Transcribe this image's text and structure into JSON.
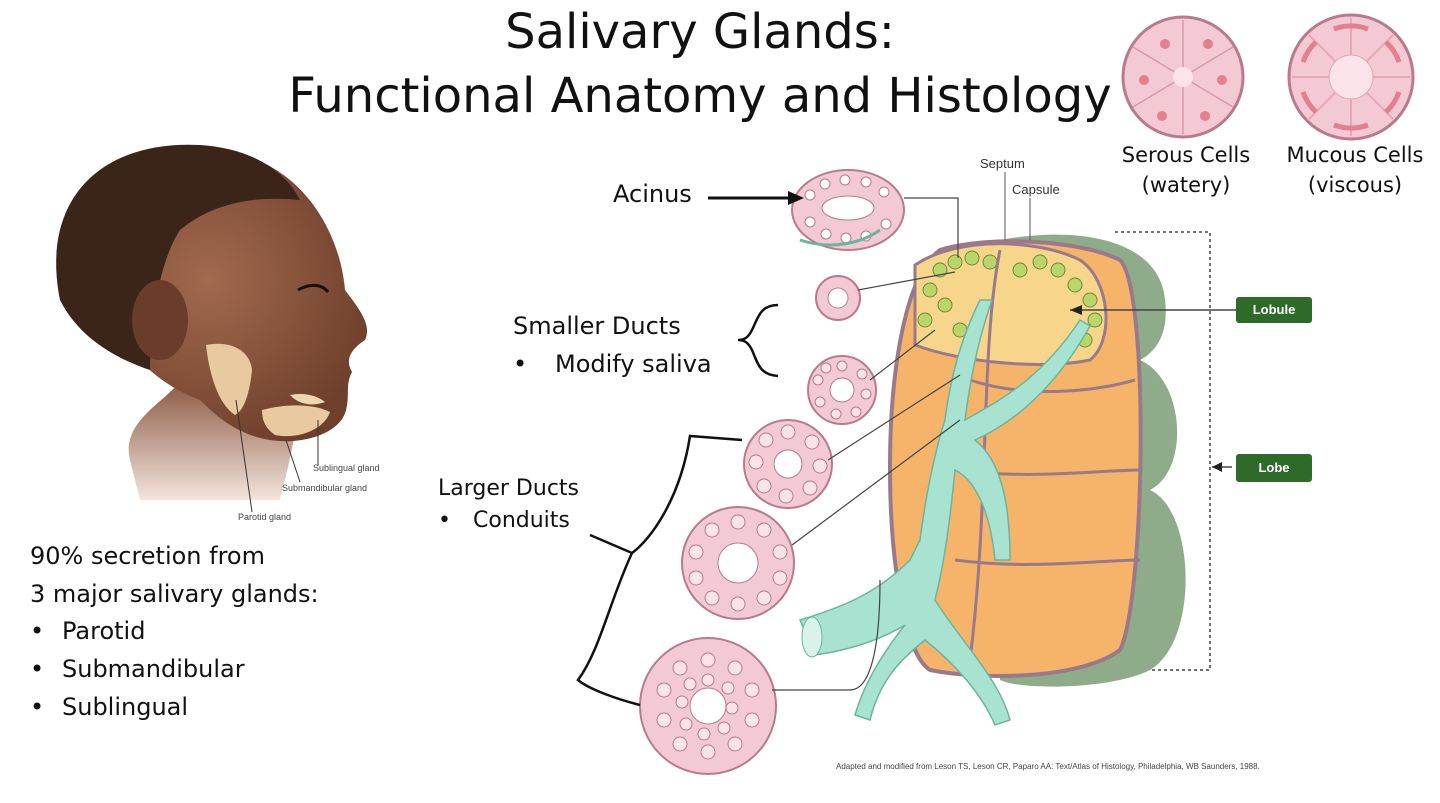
{
  "title": {
    "line1": "Salivary Glands:",
    "line2": "Functional Anatomy and Histology"
  },
  "cells": {
    "serous": {
      "name": "Serous Cells",
      "note": "(watery)"
    },
    "mucous": {
      "name": "Mucous Cells",
      "note": "(viscous)"
    }
  },
  "labels": {
    "acinus": "Acinus",
    "smaller_ducts": "Smaller Ducts",
    "smaller_ducts_bullet": "Modify saliva",
    "larger_ducts": "Larger Ducts",
    "larger_ducts_bullet": "Conduits",
    "septum": "Septum",
    "capsule": "Capsule",
    "lobule": "Lobule",
    "lobe": "Lobe"
  },
  "head_labels": {
    "sublingual": "Sublingual gland",
    "submandibular": "Submandibular gland",
    "parotid": "Parotid gland"
  },
  "secretion": {
    "line1": "90% secretion from",
    "line2": "3 major salivary glands:",
    "glands": [
      "Parotid",
      "Submandibular",
      "Sublingual"
    ]
  },
  "citation": "Adapted and modified from Leson TS, Leson CR, Paparo AA: Text/Atlas of Histology, Philadelphia, WB Saunders, 1988.",
  "colors": {
    "acinus_pink": "#f3c9d4",
    "lobe_orange": "#f5b46a",
    "duct_teal": "#a8e3d1",
    "capsule_green": "#8fac8a",
    "tag_green": "#2e6b2a"
  }
}
